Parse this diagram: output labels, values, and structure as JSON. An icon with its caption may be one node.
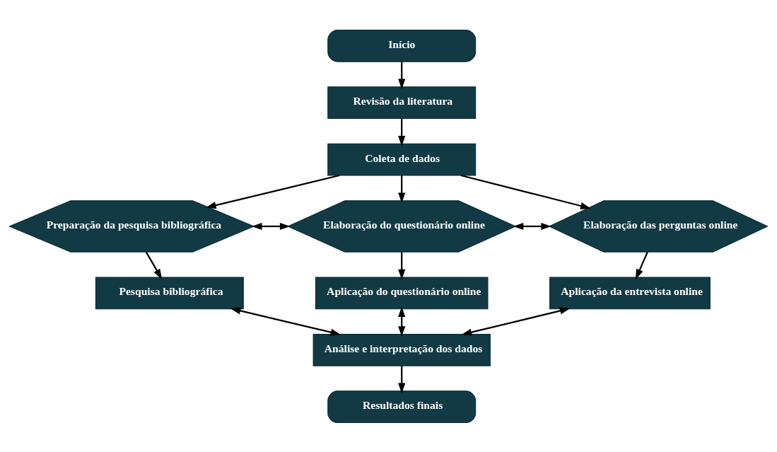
{
  "diagram": {
    "nodes": [
      {
        "text": [
          "Início"
        ]
      },
      {
        "text": [
          "Revisão da literatura"
        ]
      },
      {
        "text": [
          "Coleta de dados"
        ]
      },
      {
        "text": [
          "Preparação da pesquisa bibliográfica"
        ]
      },
      {
        "text": [
          "Elaboração do questionário online"
        ]
      },
      {
        "text": [
          "Elaboração das perguntas online"
        ]
      },
      {
        "text": [
          "Pesquisa bibliográfica"
        ]
      },
      {
        "text": [
          "Aplicação do questionário online"
        ]
      },
      {
        "text": [
          "Aplicação da entrevista online"
        ]
      },
      {
        "text": [
          "Análise e interpretação dos dados"
        ]
      },
      {
        "text": [
          "Resultados finais"
        ]
      }
    ],
    "edges": [
      {
        "from": 0,
        "to": 1,
        "arrow": "to"
      },
      {
        "from": 1,
        "to": 2,
        "arrow": "to"
      },
      {
        "from": 2,
        "to": 3,
        "arrow": "to"
      },
      {
        "from": 2,
        "to": 4,
        "arrow": "to"
      },
      {
        "from": 2,
        "to": 5,
        "arrow": "to"
      },
      {
        "from": 3,
        "to": 4,
        "arrow": "both"
      },
      {
        "from": 4,
        "to": 5,
        "arrow": "both"
      },
      {
        "from": 3,
        "to": 6,
        "arrow": "to"
      },
      {
        "from": 4,
        "to": 7,
        "arrow": "to"
      },
      {
        "from": 5,
        "to": 8,
        "arrow": "to"
      },
      {
        "from": 6,
        "to": 9,
        "arrow": "both"
      },
      {
        "from": 7,
        "to": 9,
        "arrow": "both"
      },
      {
        "from": 8,
        "to": 9,
        "arrow": "both"
      },
      {
        "from": 9,
        "to": 10,
        "arrow": "to"
      }
    ]
  }
}
